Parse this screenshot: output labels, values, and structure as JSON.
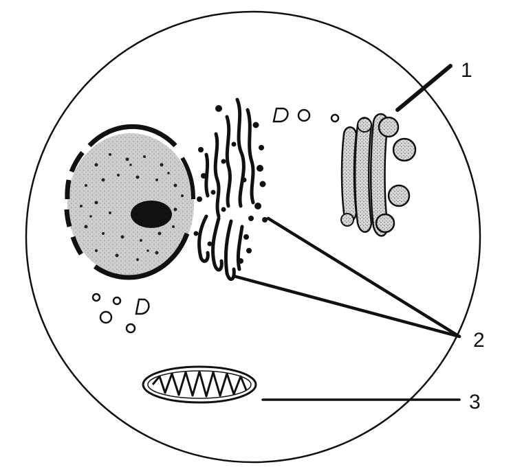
{
  "labels": [
    {
      "id": "1",
      "text": "1"
    },
    {
      "id": "2",
      "text": "2"
    },
    {
      "id": "3",
      "text": "3"
    }
  ],
  "colors": {
    "ink": "#111111",
    "nucleoplasm": "#c8c8c8",
    "background": "#ffffff"
  }
}
